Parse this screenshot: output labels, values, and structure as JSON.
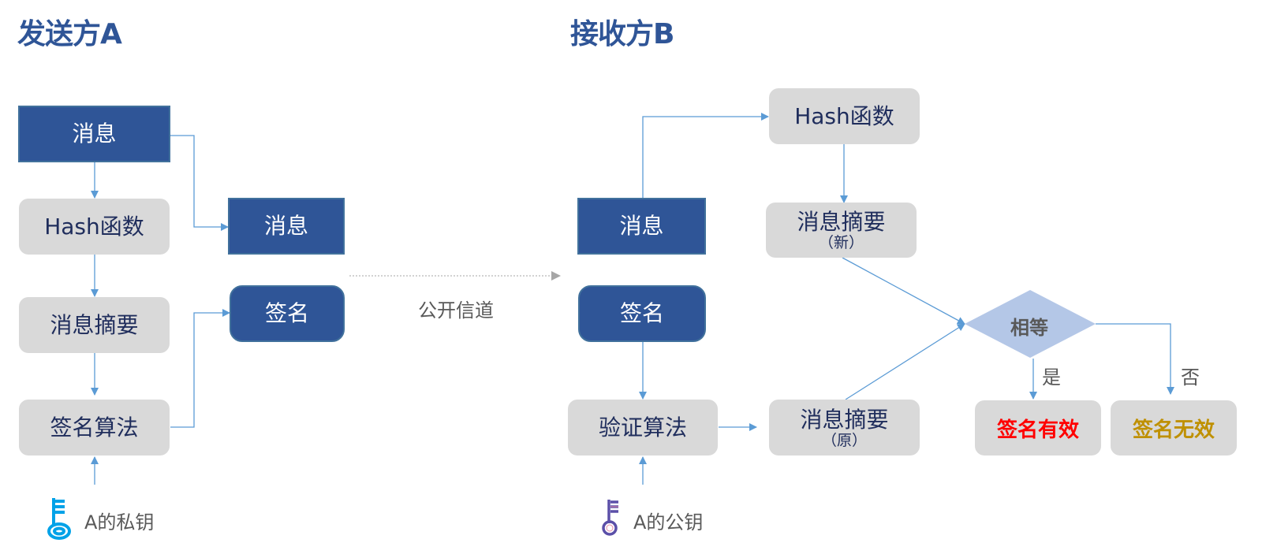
{
  "sender": {
    "title": "发送方A",
    "message": "消息",
    "hash": "Hash函数",
    "digest": "消息摘要",
    "sign_algo": "签名算法",
    "sent_message": "消息",
    "signature": "签名",
    "private_key": "A的私钥"
  },
  "channel": {
    "label": "公开信道"
  },
  "receiver": {
    "title": "接收方B",
    "message": "消息",
    "signature": "签名",
    "hash": "Hash函数",
    "digest_new": "消息摘要",
    "digest_new_note": "（新）",
    "verify_algo": "验证算法",
    "digest_orig": "消息摘要",
    "digest_orig_note": "（原）",
    "public_key": "A的公钥",
    "decision": "相等",
    "yes_label": "是",
    "no_label": "否",
    "valid": "签名有效",
    "invalid": "签名无效"
  },
  "colors": {
    "primary": "#2f5597",
    "box_gray": "#d9d9d9",
    "arrow": "#5b9bd5",
    "decision": "#b4c7e7",
    "valid": "#ff0000",
    "invalid": "#bf9000",
    "private_key": "#00a2e8",
    "public_key": "#5b4fa8"
  }
}
